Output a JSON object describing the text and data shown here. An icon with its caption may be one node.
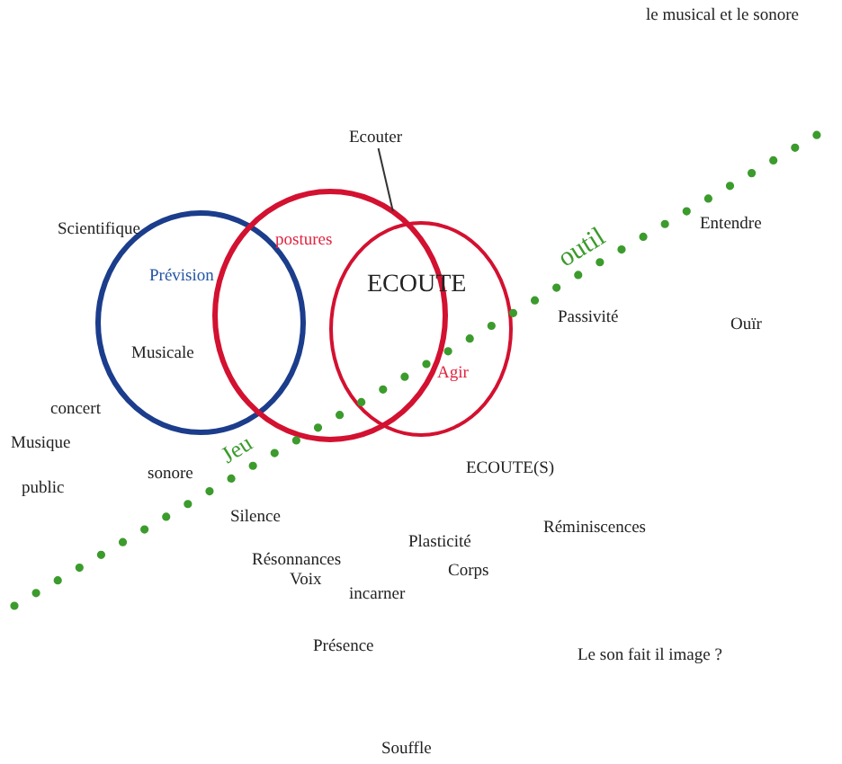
{
  "diagram": {
    "nodes": [
      {
        "text": [
          "Ecouter"
        ]
      },
      {
        "text": [
          "Prévision",
          "Musicale"
        ]
      },
      {
        "text": [
          "postures"
        ]
      },
      {
        "text": [
          "ECOUTE",
          "Agir"
        ]
      }
    ],
    "edges": [
      {
        "from": 0,
        "to": 2,
        "arrow": "none"
      }
    ],
    "labels": [
      "le musical et le sonore",
      "Scientifique",
      "Entendre",
      "outil",
      "Passivité",
      "Ouïr",
      "concert",
      "Musique",
      "Jeu",
      "sonore",
      "ECOUTE(S)",
      "public",
      "Silence",
      "Réminiscences",
      "Plasticité",
      "Résonnances",
      "Corps",
      "Voix",
      "incarner",
      "Présence",
      "Le son fait il image ?",
      "Souffle"
    ]
  }
}
